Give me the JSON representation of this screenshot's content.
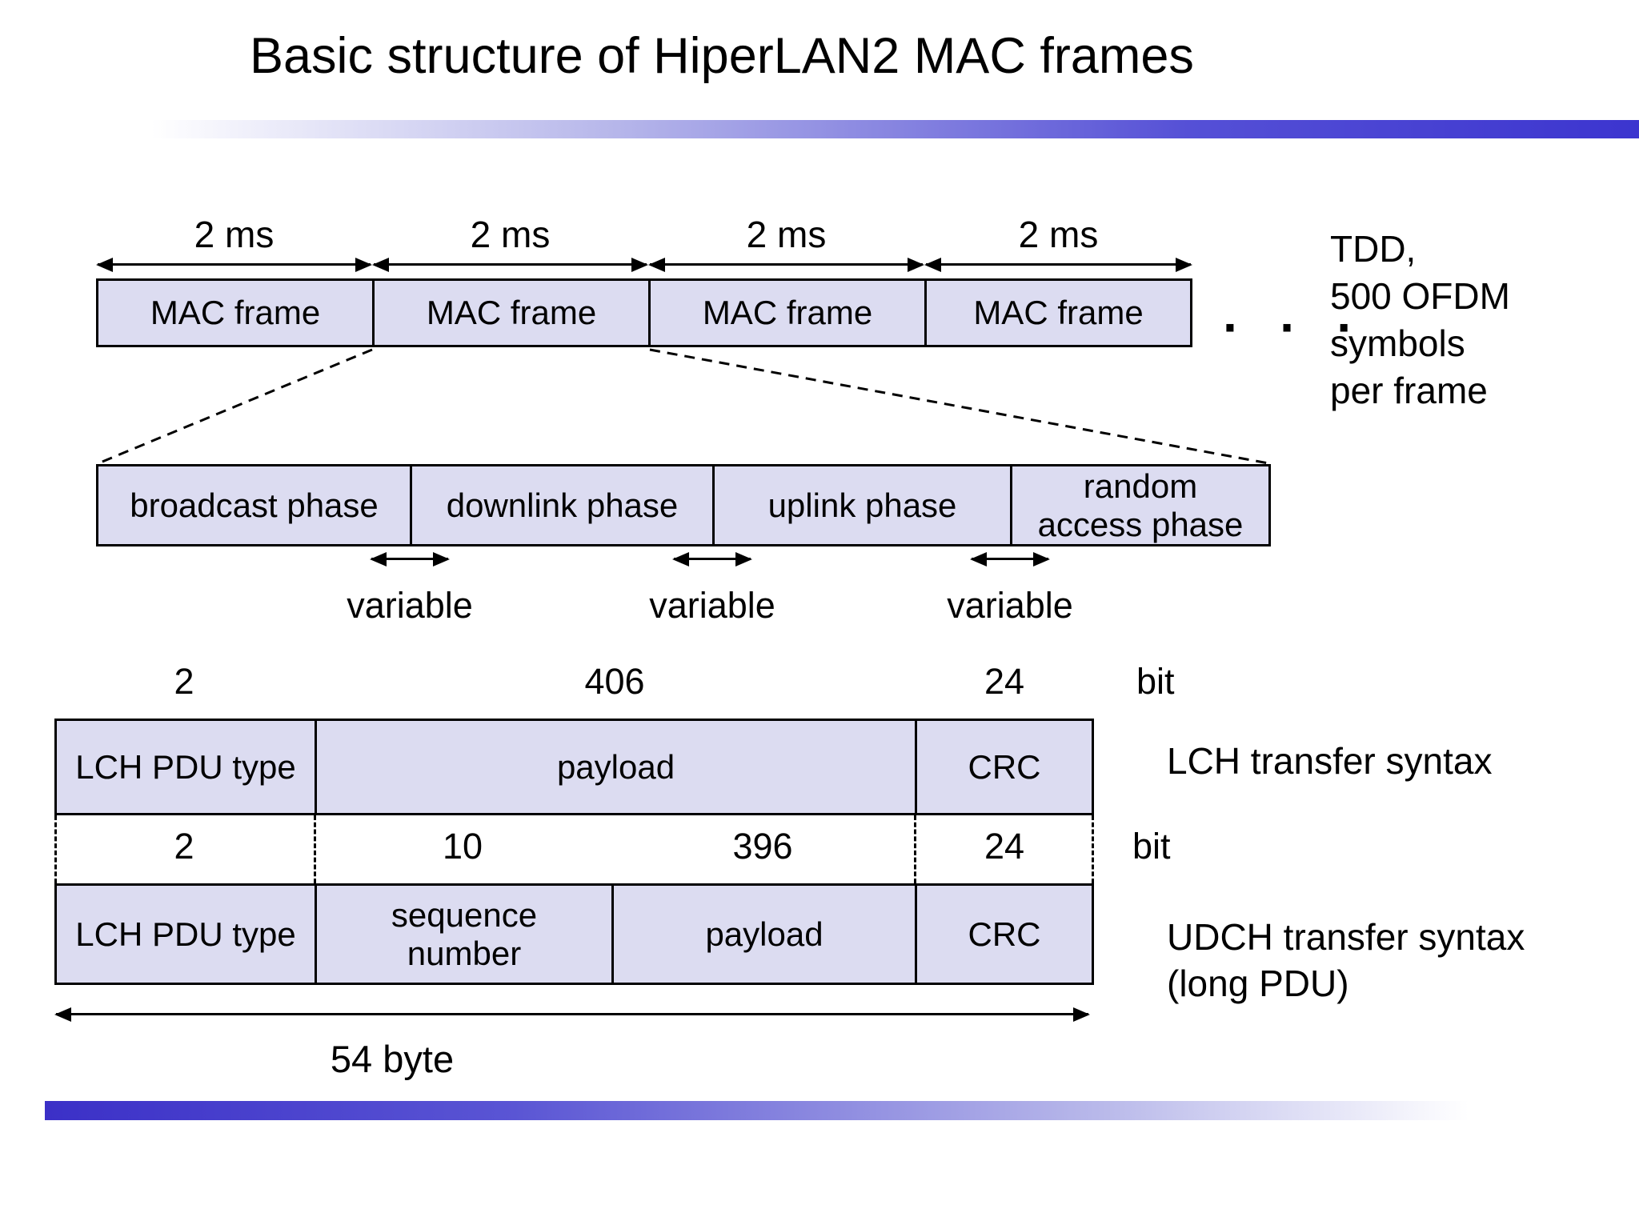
{
  "slide": {
    "title": "Basic structure of HiperLAN2 MAC frames"
  },
  "colors": {
    "box_fill": "#dcdcf1",
    "accent_blue": "#3c35cf",
    "text": "#000000"
  },
  "mac_row": {
    "duration_labels": [
      "2 ms",
      "2 ms",
      "2 ms",
      "2 ms"
    ],
    "frames": [
      "MAC frame",
      "MAC frame",
      "MAC frame",
      "MAC frame"
    ],
    "ellipsis": "· · ·",
    "note_lines": [
      "TDD,",
      "500 OFDM",
      "symbols",
      "per frame"
    ]
  },
  "phase_row": {
    "cells": [
      "broadcast phase",
      "downlink phase",
      "uplink phase",
      "random\naccess phase"
    ],
    "variable_labels": [
      "variable",
      "variable",
      "variable"
    ]
  },
  "lch": {
    "bit_widths": [
      "2",
      "406",
      "24"
    ],
    "bit_unit": "bit",
    "cells": [
      "LCH PDU type",
      "payload",
      "CRC"
    ],
    "caption": "LCH transfer syntax"
  },
  "udch": {
    "bit_widths": [
      "2",
      "10",
      "396",
      "24"
    ],
    "bit_unit": "bit",
    "cells": [
      "LCH PDU type",
      "sequence\nnumber",
      "payload",
      "CRC"
    ],
    "caption_line1": "UDCH transfer syntax",
    "caption_line2": "(long PDU)",
    "total_label": "54 byte"
  }
}
